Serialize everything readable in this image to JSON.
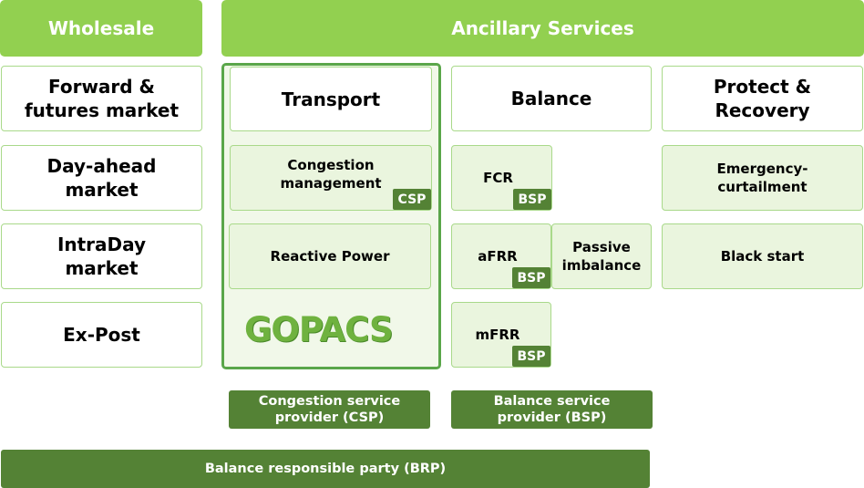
{
  "headers": {
    "wholesale": "Wholesale",
    "ancillary": "Ancillary Services"
  },
  "wholesale_items": [
    "Forward &\nfutures market",
    "Day-ahead\nmarket",
    "IntraDay\nmarket",
    "Ex-Post"
  ],
  "columns": {
    "transport": "Transport",
    "balance": "Balance",
    "protect": "Protect &\nRecovery"
  },
  "transport_items": {
    "congestion": "Congestion\nmanagement",
    "reactive": "Reactive Power"
  },
  "balance_items": {
    "fcr": "FCR",
    "afrr": "aFRR",
    "mfrr": "mFRR",
    "passive": "Passive\nimbalance"
  },
  "protect_items": {
    "emergency": "Emergency-\ncurtailment",
    "black_start": "Black start"
  },
  "badges": {
    "csp": "CSP",
    "bsp": "BSP"
  },
  "logo": "GOPACS",
  "providers": {
    "csp": "Congestion service\nprovider (CSP)",
    "bsp": "Balance service\nprovider (BSP)"
  },
  "brp": "Balance responsible party (BRP)",
  "colors": {
    "header_green": "#92d050",
    "dark_green": "#548235",
    "light_fill": "#eaf5de",
    "border": "#a9d98a"
  }
}
